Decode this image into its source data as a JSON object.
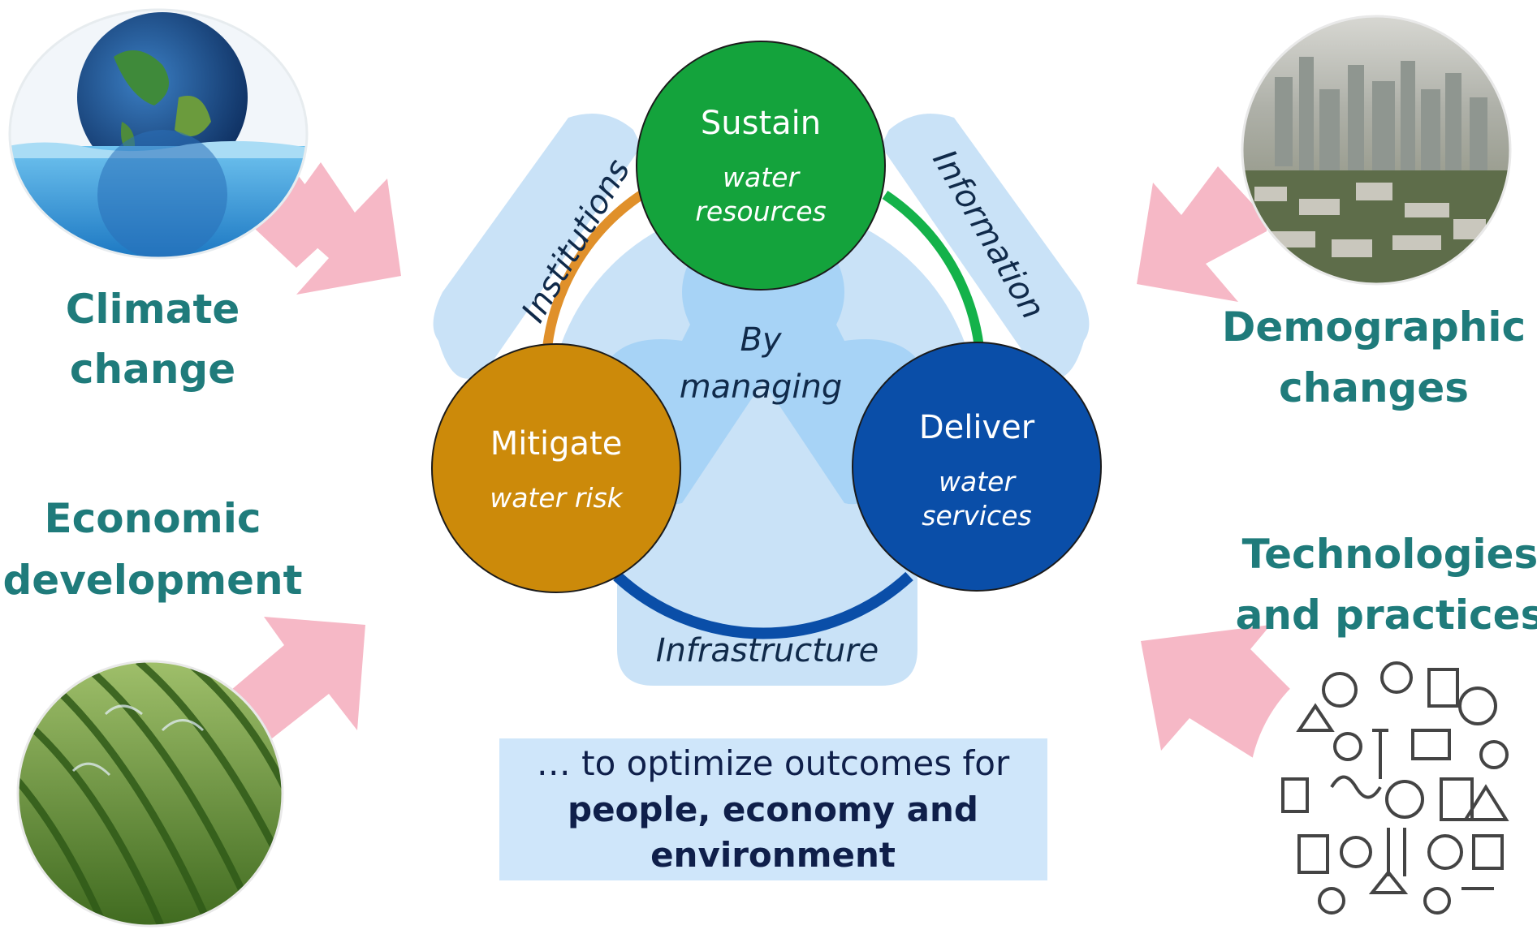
{
  "drivers": {
    "climate": {
      "line1": "Climate",
      "line2": "change",
      "image": "earth-in-water-photo"
    },
    "demographic": {
      "line1": "Demographic",
      "line2": "changes",
      "image": "city-skyline-photo"
    },
    "economic": {
      "line1": "Economic",
      "line2": "development",
      "image": "irrigated-crop-field-photo"
    },
    "technologies": {
      "line1": "Technologies",
      "line2": "and practices",
      "image": "science-icons-collage"
    }
  },
  "center": {
    "line1": "By",
    "line2": "managing"
  },
  "goals": {
    "sustain": {
      "title": "Sustain",
      "sub1": "water",
      "sub2": "resources"
    },
    "mitigate": {
      "title": "Mitigate",
      "sub1": "water risk"
    },
    "deliver": {
      "title": "Deliver",
      "sub1": "water",
      "sub2": "services"
    }
  },
  "levers": {
    "institutions": "Institutions",
    "information": "Information",
    "infrastructure": "Infrastructure"
  },
  "outcome": {
    "line1": "… to optimize outcomes for",
    "line2": "people, economy and",
    "line3": "environment"
  },
  "colors": {
    "driver_text": "#1f7b7b",
    "arrow": "#f6b8c6",
    "sustain": "#14a33c",
    "mitigate": "#cc8a0a",
    "deliver": "#0a4ea8",
    "lobe": "#c9e2f7",
    "outcome_box": "#cfe6fa",
    "outcome_text": "#0f1f4a"
  }
}
